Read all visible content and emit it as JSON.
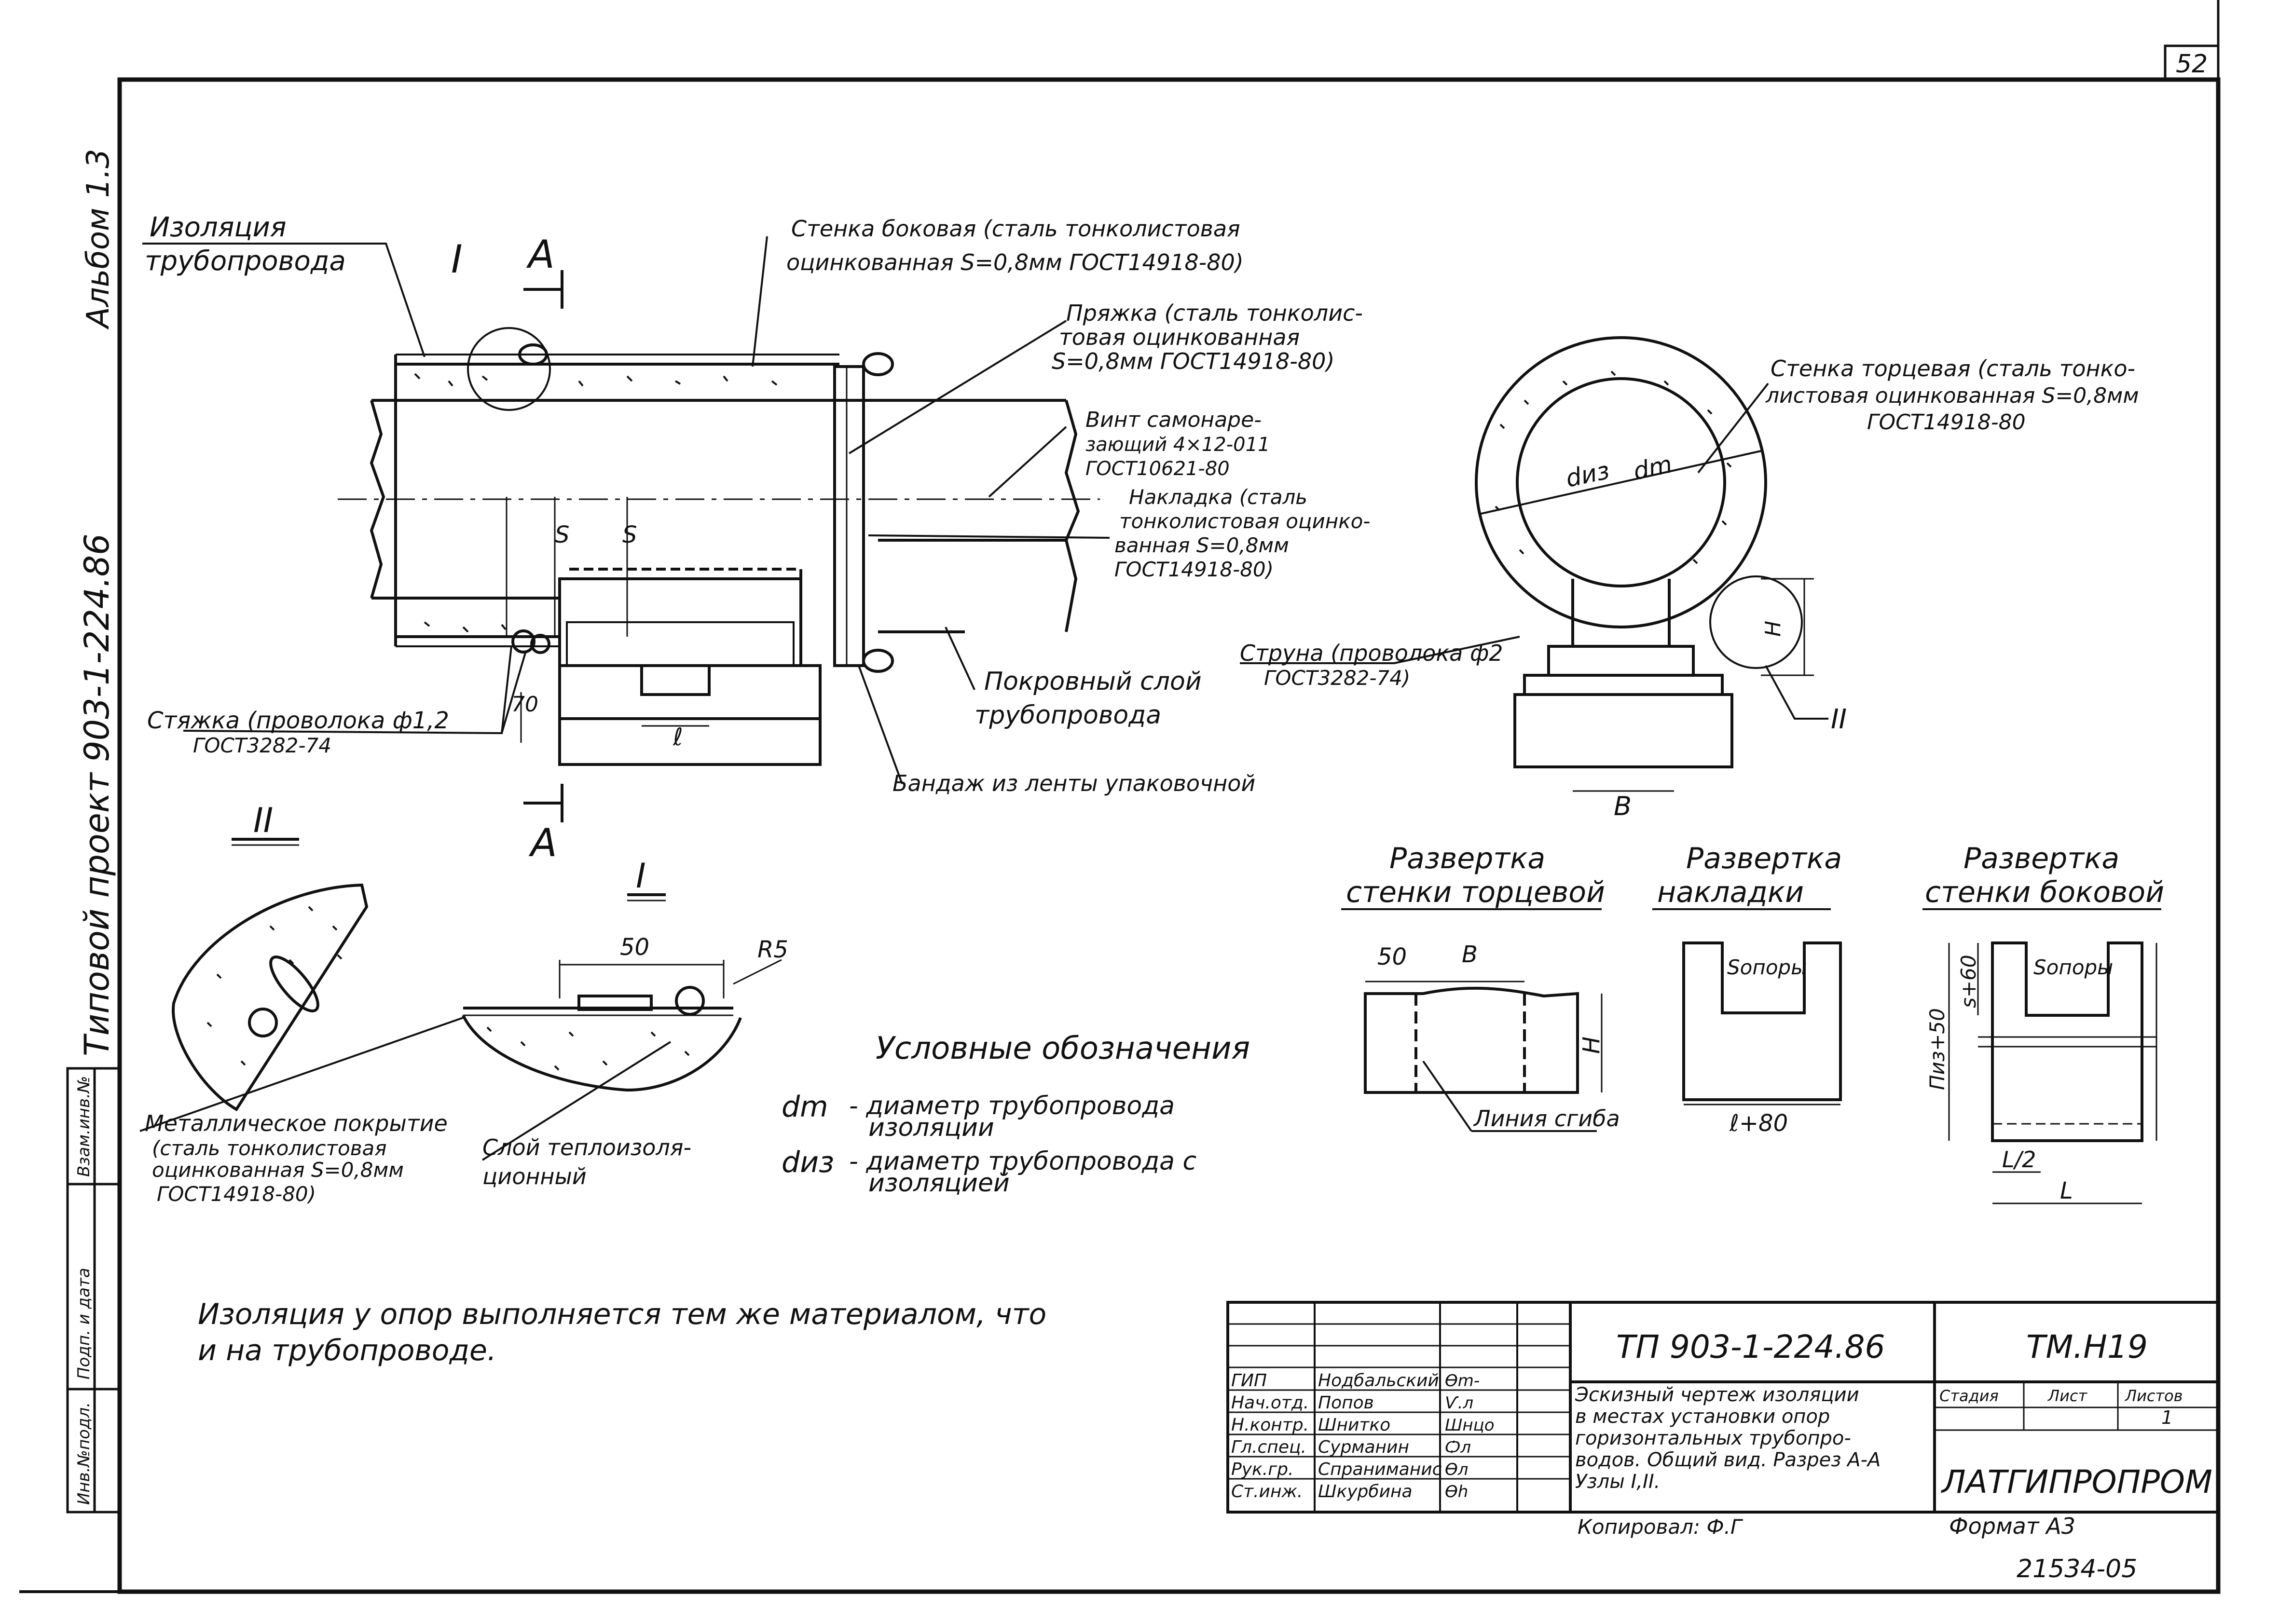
{
  "sheet": {
    "page_number": "52",
    "album": "Альбом 1.3",
    "project": "Типовой проект  903-1-224.86",
    "bottom_code": "21534-05",
    "copied": "Копировал: Ф.Г",
    "format": "Формат А3",
    "left_strip": [
      "Инв.№подл.",
      "Подп. и дата",
      "Взам.инв.№"
    ]
  },
  "main_view": {
    "label_I": "I",
    "label_A_top": "А",
    "label_A_bottom": "А",
    "callouts": {
      "insulation": [
        "Изоляция",
        "трубопровода"
      ],
      "side_wall": [
        "Стенка боковая (сталь тонколистовая",
        "оцинкованная S=0,8мм ГОСТ14918-80)"
      ],
      "buckle": [
        "Пряжка (сталь тонколис-",
        "товая оцинкованная",
        "S=0,8мм ГОСТ14918-80)"
      ],
      "screw": [
        "Винт самонаре-",
        "зающий 4×12-011",
        "ГОСТ10621-80"
      ],
      "overlay": [
        "Накладка (сталь",
        "тонколистовая оцинко-",
        "ванная S=0,8мм",
        "ГОСТ14918-80)"
      ],
      "cover": [
        "Покровный слой",
        "трубопровода"
      ],
      "tie": [
        "Стяжка (проволока ф1,2",
        "ГОСТ3282-74"
      ],
      "bandage": "Бандаж из ленты упаковочной",
      "dim_70": "70",
      "dim_l": "ℓ",
      "mark_s": "S"
    }
  },
  "end_view": {
    "end_wall": [
      "Стенка торцевая (сталь тонко-",
      "листовая оцинкованная S=0,8мм",
      "ГОСТ14918-80"
    ],
    "string": [
      "Струна (проволока ф2",
      "ГОСТ3282-74)"
    ],
    "d_iz": "dиз",
    "d_m": "dm",
    "h": "H",
    "b": "B",
    "label_II": "II"
  },
  "details": {
    "title_II": "II",
    "title_I": "I",
    "dim_50": "50",
    "r5": "R5",
    "metal_cover": [
      "Металлическое покрытие",
      "(сталь тонколистовая",
      "оцинкованная S=0,8мм",
      "ГОСТ14918-80)"
    ],
    "insul_layer": [
      "Слой теплоизоля-",
      "ционный"
    ]
  },
  "legend": {
    "title": "Условные обозначения",
    "dm_sym": "dm",
    "dm_text": [
      "- диаметр трубопровода",
      "изоляции"
    ],
    "diz_sym": "dиз",
    "diz_text": [
      "- диаметр трубопровода с",
      "изоляцией"
    ]
  },
  "developments": {
    "end_wall": {
      "title": [
        "Развертка",
        "стенки торцевой"
      ],
      "dim_50": "50",
      "dim_b": "B",
      "dim_h": "H",
      "fold": "Линия сгиба"
    },
    "overlay": {
      "title": [
        "Развертка",
        "накладки"
      ],
      "support": "Ѕопоры",
      "dim": "ℓ+80"
    },
    "side_wall": {
      "title": [
        "Развертка",
        "стенки боковой"
      ],
      "support": "Ѕопоры",
      "s60": "ѕ+60",
      "piz": "Пиз+50",
      "l2": "L/2",
      "l": "L"
    }
  },
  "note": [
    "Изоляция у опор выполняется тем же материалом,  что",
    "и на трубопроводе."
  ],
  "title_block": {
    "doc_code": "ТП 903-1-224.86",
    "sheet_code": "ТМ.Н19",
    "roles": [
      "ГИП",
      "Нач.отд.",
      "Н.контр.",
      "Гл.спец.",
      "Рук.гр.",
      "Ст.инж."
    ],
    "names": [
      "Нодбальский",
      "Попов",
      "Шнитко",
      "Сурманин",
      "Спраниманис",
      "Шкурбина"
    ],
    "sigs": [
      "Ѳm-",
      "Ѵ.л",
      "Шнцо",
      "Ѻл",
      "Ѳл",
      "Ѳh"
    ],
    "description": [
      "Эскизный чертеж изоляции",
      "в местах установки опор",
      "горизонтальных трубопро-",
      "водов. Общий вид. Разрез А-А",
      "Узлы I,II."
    ],
    "stage_hdr": "Стадия",
    "sheet_hdr": "Лист",
    "sheets_hdr": "Листов",
    "sheets_val": "1",
    "org": "ЛАТГИПРОПРОМ"
  }
}
